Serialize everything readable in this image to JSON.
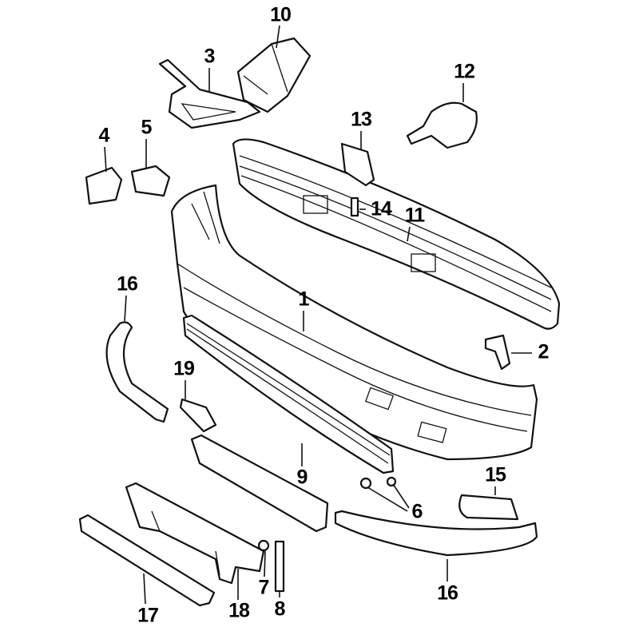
{
  "diagram": {
    "type": "exploded-parts-diagram",
    "callouts": [
      "10",
      "3",
      "12",
      "13",
      "4",
      "5",
      "14",
      "11",
      "16",
      "1",
      "2",
      "19",
      "9",
      "15",
      "6",
      "16",
      "17",
      "18",
      "7",
      "8"
    ],
    "colors": {
      "line": "#111111",
      "background": "#ffffff"
    }
  }
}
